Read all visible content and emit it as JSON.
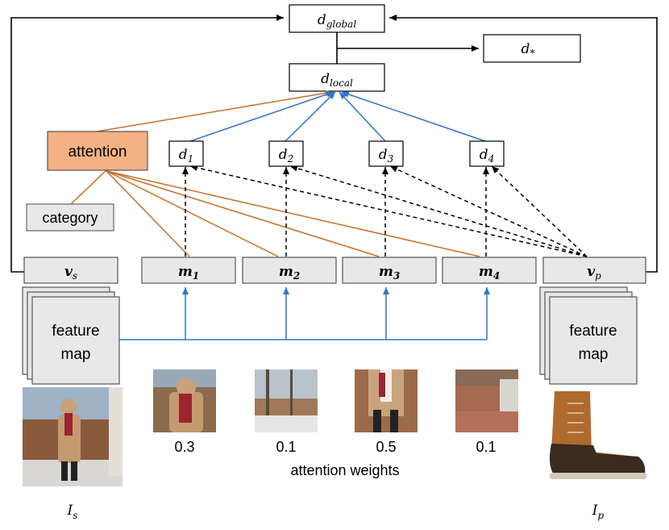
{
  "nodes": {
    "d_global": {
      "base": "d",
      "sub": "global"
    },
    "d_star": {
      "base": "d",
      "sub": "*"
    },
    "d_local": {
      "base": "d",
      "sub": "local"
    },
    "attention": "attention",
    "category": "category",
    "d": [
      {
        "base": "d",
        "sub": "1"
      },
      {
        "base": "d",
        "sub": "2"
      },
      {
        "base": "d",
        "sub": "3"
      },
      {
        "base": "d",
        "sub": "4"
      }
    ],
    "v_s": {
      "base": "v",
      "sub": "s"
    },
    "m": [
      {
        "base": "m",
        "sub": "1"
      },
      {
        "base": "m",
        "sub": "2"
      },
      {
        "base": "m",
        "sub": "3"
      },
      {
        "base": "m",
        "sub": "4"
      }
    ],
    "v_p": {
      "base": "v",
      "sub": "p"
    },
    "feature_map_left": [
      "feature",
      "map"
    ],
    "feature_map_right": [
      "feature",
      "map"
    ]
  },
  "weights": [
    "0.3",
    "0.1",
    "0.5",
    "0.1"
  ],
  "weights_caption": "attention weights",
  "image_labels": {
    "I_s": {
      "base": "I",
      "sub": "s"
    },
    "I_p": {
      "base": "I",
      "sub": "p"
    }
  },
  "colors": {
    "orange": "#c8702a",
    "blue": "#2e75c8",
    "attention_fill": "#f4b183",
    "box_fill": "#e8e8e8"
  }
}
